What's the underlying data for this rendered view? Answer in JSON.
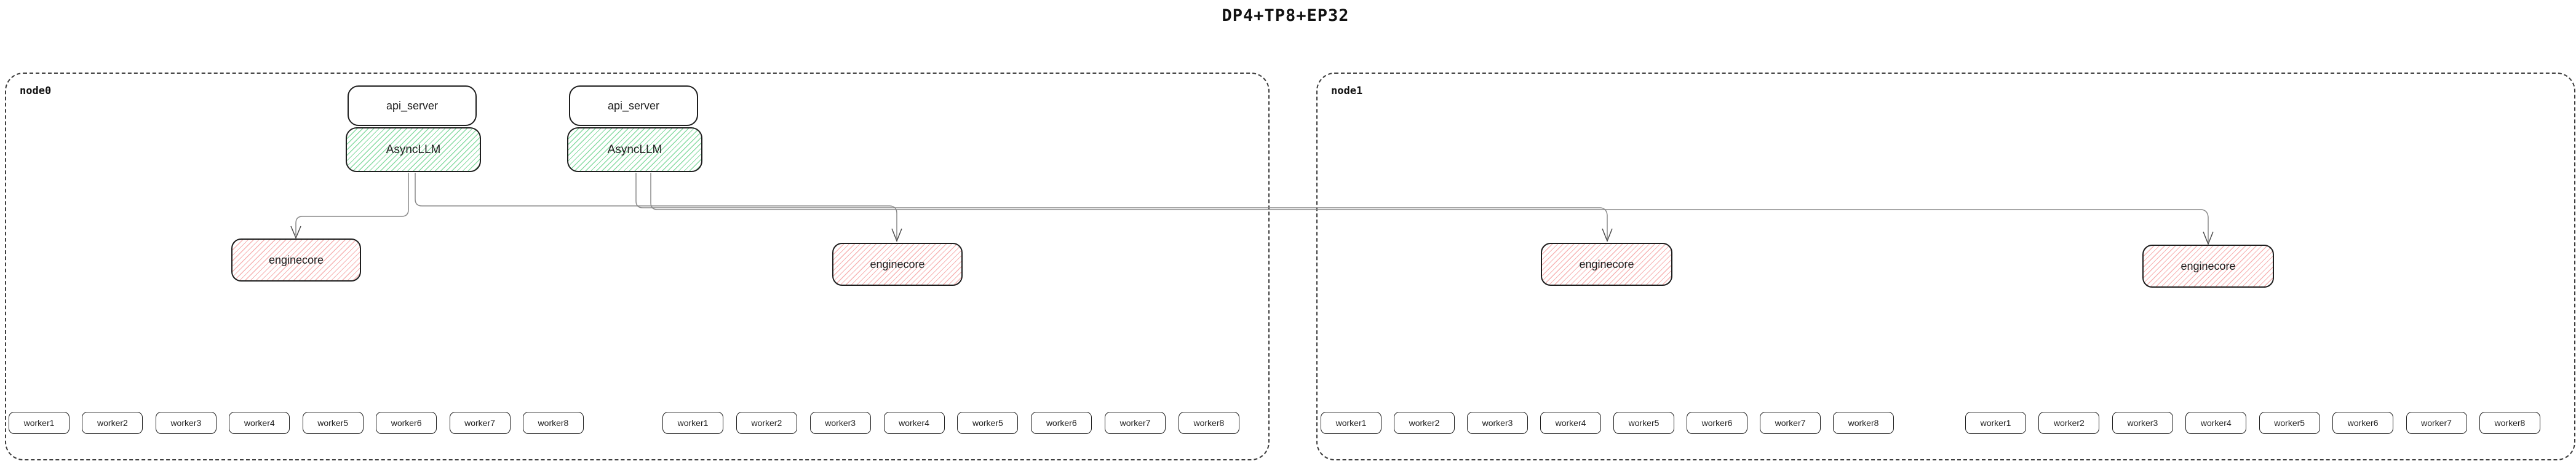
{
  "title": "DP4+TP8+EP32",
  "colors": {
    "connector": "#8a8a8a",
    "box_border": "#1e1e1e",
    "green_hatch": "#62d086",
    "red_hatch": "#f38b8b",
    "node_border": "#3d3d3d"
  },
  "nodes": [
    {
      "label": "node0",
      "api_servers": [
        {
          "label": "api_server"
        },
        {
          "label": "api_server"
        }
      ],
      "asyncllms": [
        {
          "label": "AsyncLLM"
        },
        {
          "label": "AsyncLLM"
        }
      ],
      "enginecores": [
        {
          "label": "enginecore"
        },
        {
          "label": "enginecore"
        }
      ],
      "worker_groups": [
        {
          "workers": [
            "worker1",
            "worker2",
            "worker3",
            "worker4",
            "worker5",
            "worker6",
            "worker7",
            "worker8"
          ]
        },
        {
          "workers": [
            "worker1",
            "worker2",
            "worker3",
            "worker4",
            "worker5",
            "worker6",
            "worker7",
            "worker8"
          ]
        }
      ]
    },
    {
      "label": "node1",
      "enginecores": [
        {
          "label": "enginecore"
        },
        {
          "label": "enginecore"
        }
      ],
      "worker_groups": [
        {
          "workers": [
            "worker1",
            "worker2",
            "worker3",
            "worker4",
            "worker5",
            "worker6",
            "worker7",
            "worker8"
          ]
        },
        {
          "workers": [
            "worker1",
            "worker2",
            "worker3",
            "worker4",
            "worker5",
            "worker6",
            "worker7",
            "worker8"
          ]
        }
      ]
    }
  ]
}
